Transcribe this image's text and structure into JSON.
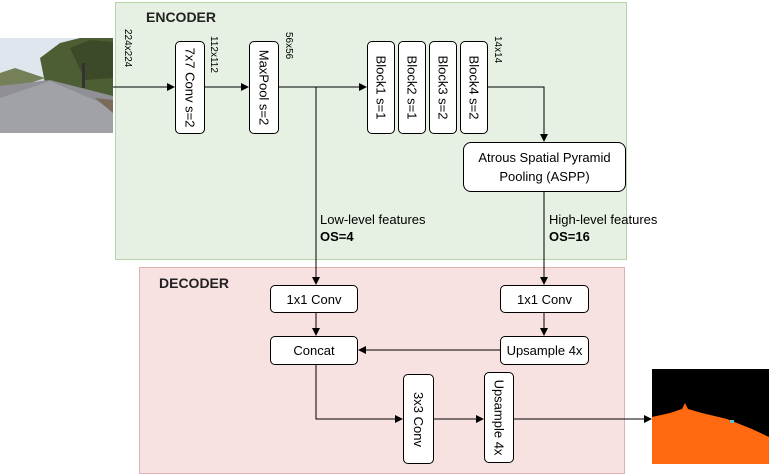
{
  "encoder": {
    "title": "ENCODER"
  },
  "decoder": {
    "title": "DECODER"
  },
  "nodes": {
    "conv7": "7x7 Conv s=2",
    "maxpool": "MaxPool s=2",
    "block1": "Block1 s=1",
    "block2": "Block2 s=1",
    "block3": "Block3 s=2",
    "block4": "Block4 s=2",
    "aspp": "Atrous Spatial Pyramid Pooling (ASPP)",
    "low_conv": "1x1 Conv",
    "high_conv": "1x1 Conv",
    "upsample4x_a": "Upsample 4x",
    "concat": "Concat",
    "conv3": "3x3 Conv",
    "upsample4x_b": "Upsample 4x"
  },
  "dims": {
    "input": "224x224",
    "after_conv": "112x112",
    "after_pool": "56x56",
    "after_blocks": "14x14"
  },
  "features": {
    "low_label": "Low-level features",
    "low_os": "OS=4",
    "high_label": "High-level features",
    "high_os": "OS=16"
  },
  "colors": {
    "encoder_bg": "#e7f1e3",
    "decoder_bg": "#f8e1e1",
    "segmentation_road": "#ff6a10",
    "segmentation_bg": "#000000"
  }
}
